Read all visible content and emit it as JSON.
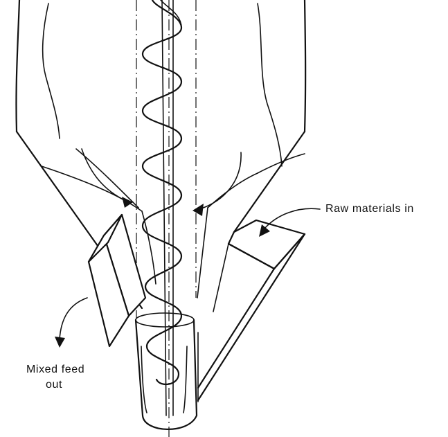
{
  "labels": {
    "raw_materials": "Raw materials in",
    "mixed_feed_line1": "Mixed feed",
    "mixed_feed_line2": "out"
  },
  "colors": {
    "ink": "#111111",
    "paper": "#ffffff"
  }
}
